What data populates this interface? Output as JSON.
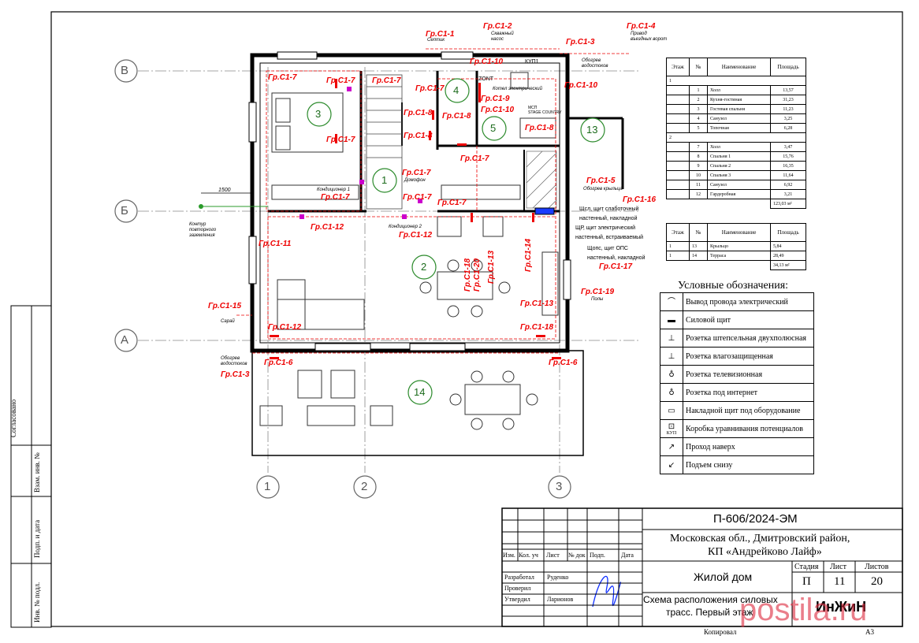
{
  "document_code": "П-606/2024-ЭМ",
  "address": [
    "Московская обл., Дмитровский район,",
    "КП «Андрейково Лайф»"
  ],
  "object_name": "Жилой дом",
  "sheet_title": [
    "Схема расположения силовых",
    "трасс. Первый этаж"
  ],
  "stage": {
    "label": "Стадия",
    "value": "П"
  },
  "sheet": {
    "label": "Лист",
    "value": "11"
  },
  "sheets": {
    "label": "Листов",
    "value": "20"
  },
  "stamp_headers": [
    "Изм.",
    "Кол. уч",
    "Лист",
    "№ док",
    "Подп.",
    "Дата"
  ],
  "signatures": [
    {
      "role": "Разработал",
      "name": "Руденко"
    },
    {
      "role": "Проверил",
      "name": ""
    },
    {
      "role": "Утвердил",
      "name": "Ларионов"
    }
  ],
  "company_logo": "ИнЖиН",
  "copied": "Копировал",
  "format": "А3",
  "watermark": "postila.ru",
  "side_labels": [
    "Согласовано",
    "Взам. инв. №",
    "Подп. и дата",
    "Инв. № подл."
  ],
  "rooms_table": {
    "headers": [
      "Этаж",
      "№",
      "Наименование",
      "Площадь"
    ],
    "floor1": "1",
    "rows1": [
      {
        "n": "1",
        "name": "Холл",
        "area": "13,57"
      },
      {
        "n": "2",
        "name": "Кухня-гостиная",
        "area": "31,23"
      },
      {
        "n": "3",
        "name": "Гостевая спальня",
        "area": "11,23"
      },
      {
        "n": "4",
        "name": "Санузел",
        "area": "3,25"
      },
      {
        "n": "5",
        "name": "Топочная",
        "area": "6,28"
      }
    ],
    "floor2": "2",
    "rows2": [
      {
        "n": "7",
        "name": "Холл",
        "area": "3,47"
      },
      {
        "n": "8",
        "name": "Спальня 1",
        "area": "15,76"
      },
      {
        "n": "9",
        "name": "Спальня 2",
        "area": "16,35"
      },
      {
        "n": "10",
        "name": "Спальня 3",
        "area": "11,64"
      },
      {
        "n": "11",
        "name": "Санузел",
        "area": "6,92"
      },
      {
        "n": "12",
        "name": "Гардеробная",
        "area": "3,21"
      }
    ],
    "total": "123,03 м²"
  },
  "terrace_table": {
    "headers": [
      "Этаж",
      "№",
      "Наименование",
      "Площадь"
    ],
    "rows": [
      {
        "floor": "1",
        "n": "13",
        "name": "Крыльцо",
        "area": "5,84"
      },
      {
        "floor": "1",
        "n": "14",
        "name": "Терраса",
        "area": "28,49"
      }
    ],
    "total": "34,13 м²"
  },
  "legend": {
    "title": "Условные обозначения:",
    "items": [
      {
        "icon": "wire-outlet-icon",
        "label": "Вывод провода электрический"
      },
      {
        "icon": "power-panel-icon",
        "label": "Силовой щит"
      },
      {
        "icon": "socket-icon",
        "label": "Розетка штепсельная двухполюсная"
      },
      {
        "icon": "waterproof-socket-icon",
        "label": "Розетка влагозащищенная"
      },
      {
        "icon": "tv-socket-icon",
        "label": "Розетка телевизионная"
      },
      {
        "icon": "internet-socket-icon",
        "label": "Розетка под интернет"
      },
      {
        "icon": "surface-panel-icon",
        "label": "Накладной щит под оборудование"
      },
      {
        "icon": "equipotential-box-icon",
        "label": "Коробка уравнивания потенциалов",
        "sub": "КУП"
      },
      {
        "icon": "pass-up-icon",
        "label": "Проход наверх"
      },
      {
        "icon": "rise-down-icon",
        "label": "Подъем снизу"
      }
    ]
  },
  "axes": {
    "rows": [
      "В",
      "Б",
      "А"
    ],
    "cols": [
      "1",
      "2",
      "3"
    ]
  },
  "room_numbers": [
    "3",
    "4",
    "5",
    "13",
    "1",
    "2",
    "14"
  ],
  "dim_1500": "1500",
  "ground_contour": [
    "Контур",
    "повторного",
    "заземления"
  ],
  "plan_labels": {
    "shp": [
      "Щсл, щит слаботочный",
      "настенный, накладной"
    ],
    "shr": [
      "ЩР, щит электрический",
      "настенный, встраиваемый"
    ],
    "shops": [
      "Щопс, щит ОПС",
      "настенный, накладной"
    ],
    "kup1": "КУП1",
    "zont": "ZONT",
    "drain1": [
      "Обогрев",
      "водостоков"
    ],
    "drain2": [
      "Обогрев",
      "водостоков"
    ],
    "porch_heat": "Обогрев крыльца",
    "entrance_gate": [
      "Привод",
      "въездных ворот"
    ],
    "well_pump": [
      "Скважный",
      "насос"
    ],
    "septic": "Септик",
    "garden": "Сарай",
    "poles": "Полы",
    "intercom": "Домофон",
    "cond1": "Кондиционер 1",
    "cond2": "Кондиционер 2",
    "boiler": [
      "Котел электрический"
    ],
    "mcb": [
      "МСП",
      "STAGE COUNTRY"
    ]
  },
  "circuits": [
    "Гр.С1-1",
    "Гр.С1-2",
    "Гр.С1-3",
    "Гр.С1-4",
    "Гр.С1-10",
    "Гр.С1-7",
    "Гр.С1-7",
    "Гр.С1-7",
    "Гр.С1-7",
    "Гр.С1-7",
    "Гр.С1-10",
    "Гр.С1-9",
    "Гр.С1-10",
    "Гр.С1-8",
    "Гр.С1-8",
    "Гр.С1-8",
    "Гр.С1-8",
    "Гр.С1-7",
    "Гр.С1-7",
    "Гр.С1-7",
    "Гр.С1-7",
    "Гр.С1-7",
    "Гр.С1-5",
    "Гр.С1-16",
    "Гр.С1-17",
    "Гр.С1-12",
    "Гр.С1-12",
    "Гр.С1-11",
    "Гр.С1-18",
    "Гр.С1-20",
    "Гр.С1-13",
    "Гр.С1-14",
    "Гр.С1-15",
    "Гр.С1-12",
    "Гр.С1-19",
    "Гр.С1-13",
    "Гр.С1-18",
    "Гр.С1-6",
    "Гр.С1-6",
    "Гр.С1-3"
  ]
}
